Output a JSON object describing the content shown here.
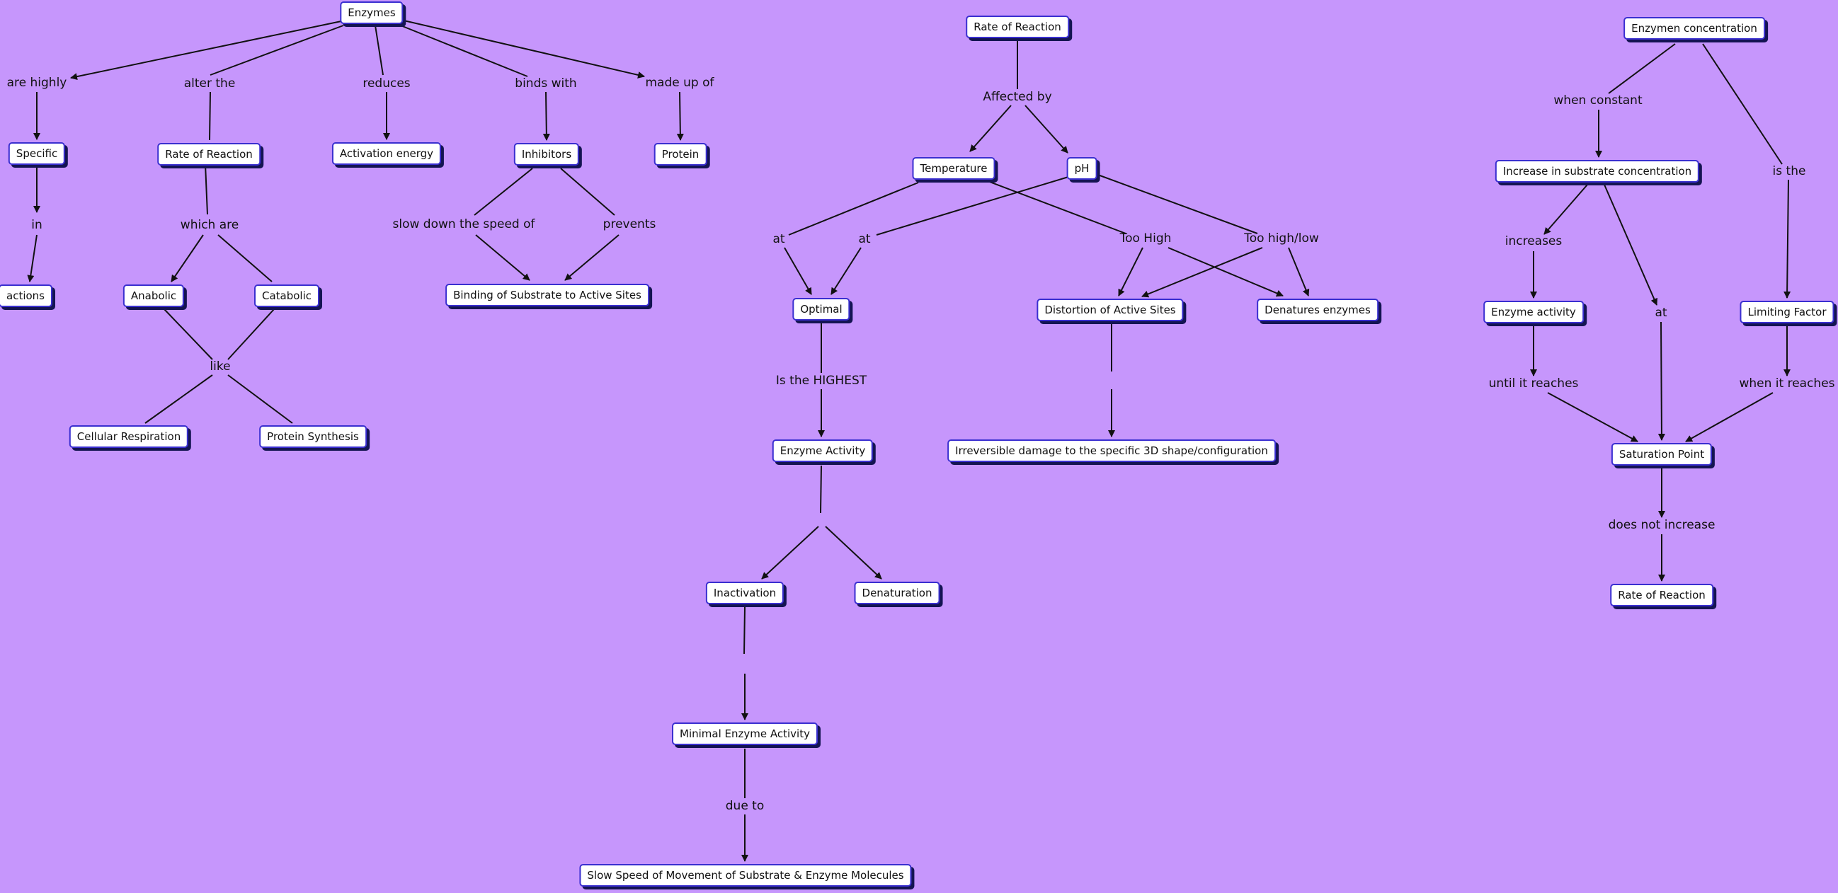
{
  "colors": {
    "background": "#c696fc",
    "concept_fill": "#ffffff",
    "concept_border": "#3a2fd0",
    "link": "#111111"
  },
  "concepts": {
    "enzymes": "Enzymes",
    "specific": "Specific",
    "actions": "actions",
    "rate_of_reaction_1": "Rate of Reaction",
    "activation_energy": "Activation energy",
    "inhibitors": "Inhibitors",
    "protein": "Protein",
    "anabolic": "Anabolic",
    "catabolic": "Catabolic",
    "binding": "Binding of Substrate to Active Sites",
    "cellular_respiration": "Cellular Respiration",
    "protein_synthesis": "Protein Synthesis",
    "rate_of_reaction_2": "Rate of Reaction",
    "temperature": "Temperature",
    "ph": "pH",
    "optimal": "Optimal",
    "distortion": "Distortion of Active Sites",
    "denatures": "Denatures enzymes",
    "enzyme_activity_1": "Enzyme Activity",
    "irreversible": "Irreversible damage to the specific 3D shape/configuration",
    "inactivation": "Inactivation",
    "denaturation": "Denaturation",
    "minimal": "Minimal Enzyme Activity",
    "slow_speed": "Slow Speed of Movement of Substrate & Enzyme Molecules",
    "enzymen_concentration": "Enzymen concentration",
    "increase_substrate": "Increase in substrate concentration",
    "enzyme_activity_2": "Enzyme activity",
    "limiting_factor": "Limiting Factor",
    "saturation_point": "Saturation Point",
    "rate_of_reaction_3": "Rate of Reaction"
  },
  "phrases": {
    "are_highly": "are highly",
    "alter_the": "alter the",
    "reduces": "reduces",
    "binds_with": "binds with",
    "made_up_of": "made up of",
    "in": "in",
    "which_are": "which are",
    "slow_down": "slow down the speed of",
    "prevents": "prevents",
    "like": "like",
    "affected_by": "Affected by",
    "at_1": "at",
    "at_2": "at",
    "too_high": "Too High",
    "too_high_low": "Too high/low",
    "is_the_highest": "Is the HIGHEST",
    "due_to": "due to",
    "when_constant": "when constant",
    "is_the": "is the",
    "increases": "increases",
    "at_3": "at",
    "until_it_reaches": "until it reaches",
    "when_it_reaches": "when it reaches",
    "does_not_increase": "does not increase"
  }
}
